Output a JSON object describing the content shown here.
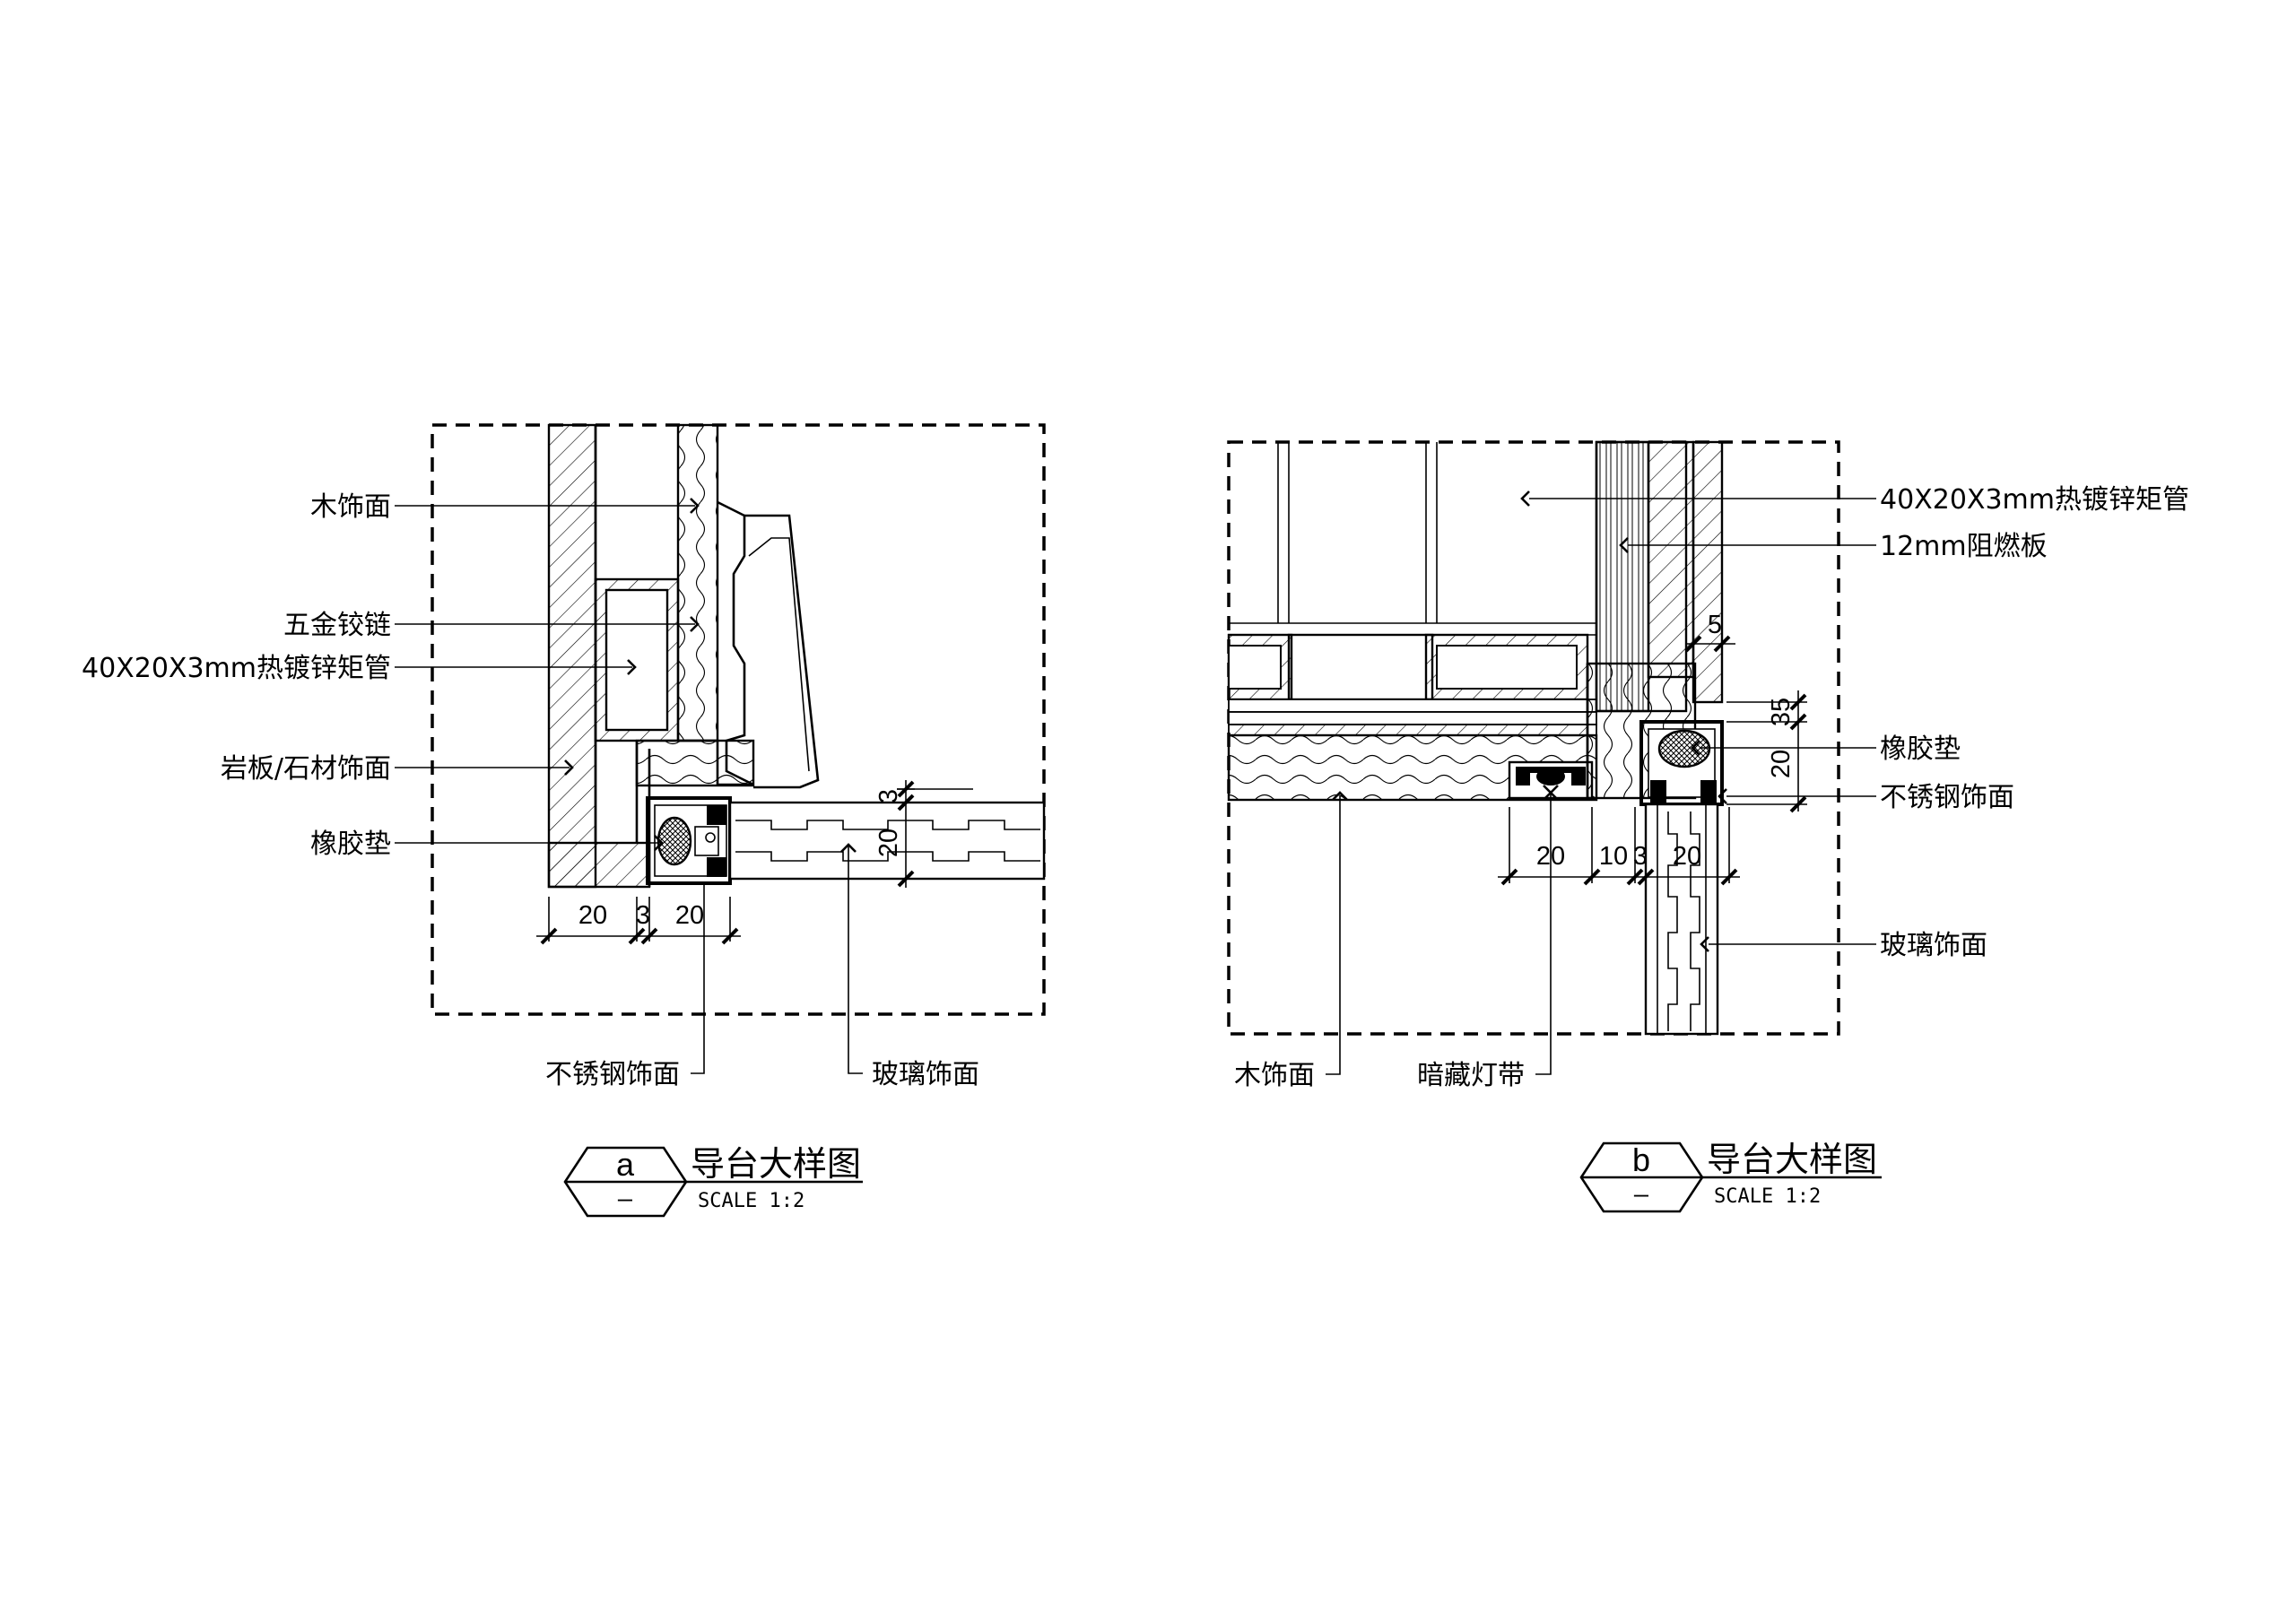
{
  "detail_a": {
    "labels": {
      "wood_finish": "木饰面",
      "hinge": "五金铰链",
      "steel_tube": "40X20X3mm热镀锌矩管",
      "stone_finish": "岩板/石材饰面",
      "rubber_pad": "橡胶垫",
      "stainless_finish": "不锈钢饰面",
      "glass_finish": "玻璃饰面"
    },
    "dims": {
      "d1": "20",
      "d2": "3",
      "d3": "20",
      "v1": "3",
      "v2": "20"
    },
    "title": {
      "tag": "a",
      "sub": "–",
      "name": "导台大样图",
      "scale": "SCALE 1:2"
    }
  },
  "detail_b": {
    "labels": {
      "steel_tube": "40X20X3mm热镀锌矩管",
      "fire_board": "12mm阻燃板",
      "rubber_pad": "橡胶垫",
      "stainless_finish": "不锈钢饰面",
      "glass_finish": "玻璃饰面",
      "wood_finish": "木饰面",
      "hidden_light": "暗藏灯带"
    },
    "dims": {
      "h1": "20",
      "h2": "10",
      "h3": "3",
      "h4": "20",
      "v1": "5",
      "v2": "35",
      "v3": "20"
    },
    "title": {
      "tag": "b",
      "sub": "–",
      "name": "导台大样图",
      "scale": "SCALE 1:2"
    }
  }
}
